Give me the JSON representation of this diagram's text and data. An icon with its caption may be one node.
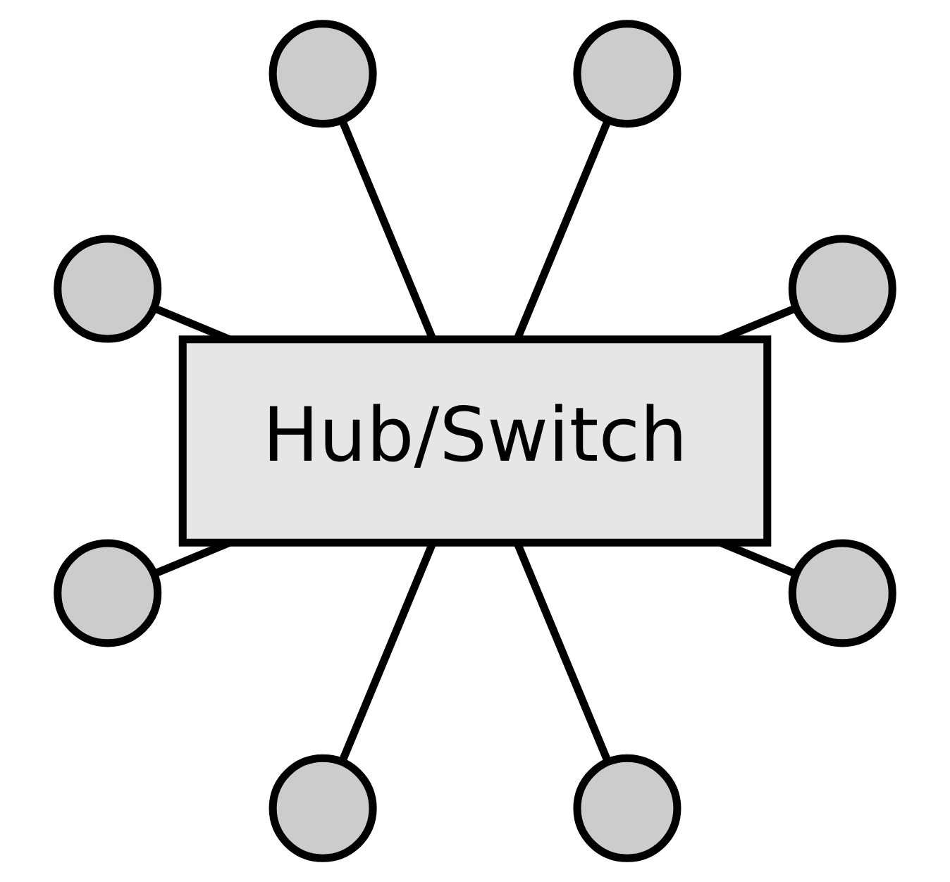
{
  "diagram": {
    "nodes": [
      {
        "text": [],
        "shape": "circle"
      },
      {
        "text": [],
        "shape": "circle"
      },
      {
        "text": [],
        "shape": "circle"
      },
      {
        "text": [],
        "shape": "circle"
      },
      {
        "text": [
          "Hub/Switch"
        ]
      },
      {
        "text": [],
        "shape": "circle"
      },
      {
        "text": [],
        "shape": "circle"
      },
      {
        "text": [],
        "shape": "circle"
      },
      {
        "text": [],
        "shape": "circle"
      }
    ],
    "edges": [
      {
        "from": 4,
        "to": 0,
        "arrow": "none"
      },
      {
        "from": 4,
        "to": 1,
        "arrow": "none"
      },
      {
        "from": 4,
        "to": 2,
        "arrow": "none"
      },
      {
        "from": 4,
        "to": 3,
        "arrow": "none"
      },
      {
        "from": 4,
        "to": 5,
        "arrow": "none"
      },
      {
        "from": 4,
        "to": 6,
        "arrow": "none"
      },
      {
        "from": 4,
        "to": 7,
        "arrow": "none"
      },
      {
        "from": 4,
        "to": 8,
        "arrow": "none"
      }
    ]
  }
}
